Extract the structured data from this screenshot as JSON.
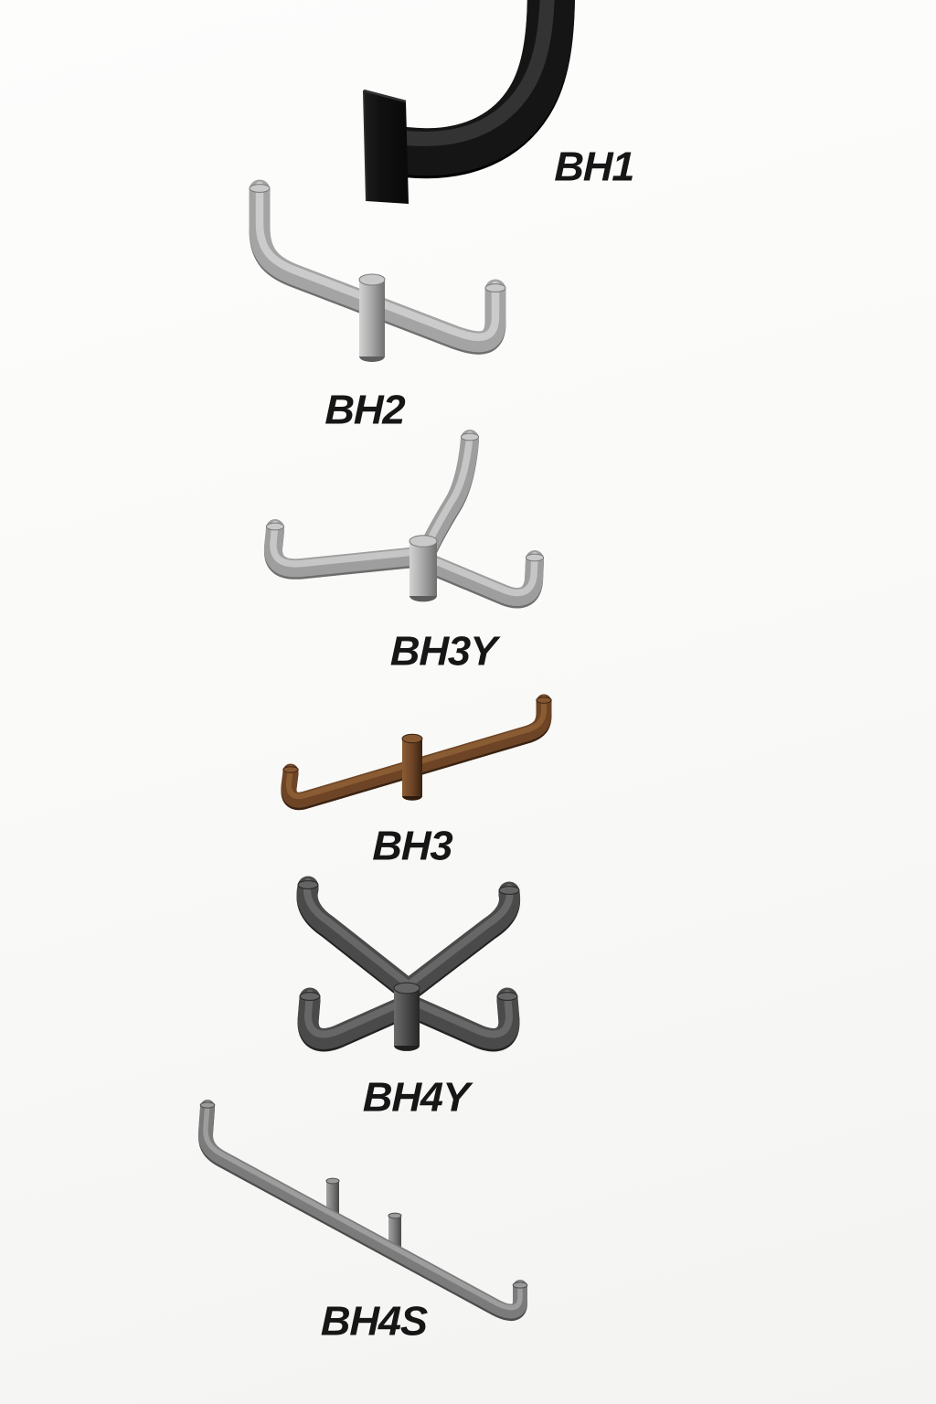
{
  "page": {
    "background": "#f9f9f7",
    "label_color": "#161616"
  },
  "items": [
    {
      "label": "BH1",
      "finish": "black",
      "color": "#141414",
      "shape": "single-j-hook-with-mounting-plate"
    },
    {
      "label": "BH2",
      "finish": "silver",
      "color": "#a4a4a4",
      "shape": "two-prong-hook-with-center-pin"
    },
    {
      "label": "BH3Y",
      "finish": "silver",
      "color": "#9e9e9e",
      "shape": "three-prong-y-hook-with-center-pin"
    },
    {
      "label": "BH3",
      "finish": "brown",
      "color": "#6d4526",
      "shape": "two-prong-bar-hook-with-center-pin"
    },
    {
      "label": "BH4Y",
      "finish": "dark-grey",
      "color": "#4a4a4a",
      "shape": "four-prong-x-hook-with-center-pin"
    },
    {
      "label": "BH4S",
      "finish": "grey",
      "color": "#7b7b7b",
      "shape": "four-prong-inline-rail-hook"
    }
  ]
}
